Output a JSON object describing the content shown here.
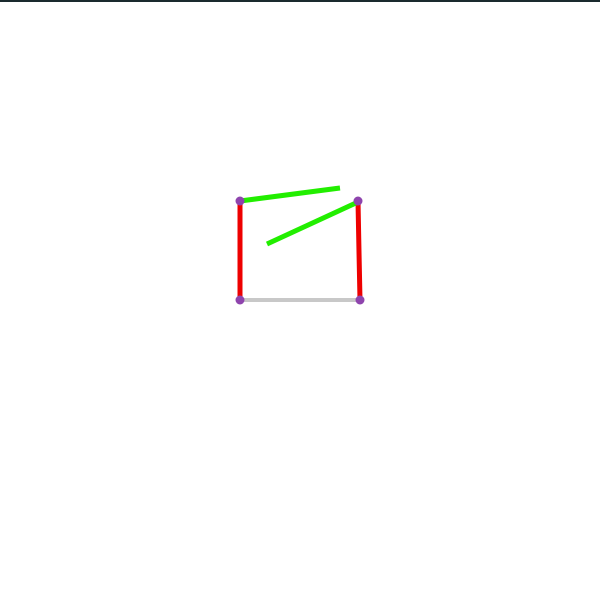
{
  "game": {
    "kind": "dots-and-boxes-puzzle",
    "colors": {
      "background": "#ffffff",
      "top_border": "#1a2a2e",
      "dot": "#8e44ad",
      "edge_red": "#ee0000",
      "edge_green": "#22ee00",
      "edge_gray": "#c8c8c8"
    },
    "dots": [
      {
        "id": "dot-top-left"
      },
      {
        "id": "dot-top-right"
      },
      {
        "id": "dot-bottom-left"
      },
      {
        "id": "dot-bottom-right"
      }
    ],
    "edges": [
      {
        "id": "left-edge",
        "color": "edge_red"
      },
      {
        "id": "right-edge",
        "color": "edge_red"
      },
      {
        "id": "bottom-edge",
        "color": "edge_gray"
      },
      {
        "id": "top-stroke",
        "color": "edge_green"
      },
      {
        "id": "diagonal-stroke",
        "color": "edge_green"
      }
    ]
  }
}
